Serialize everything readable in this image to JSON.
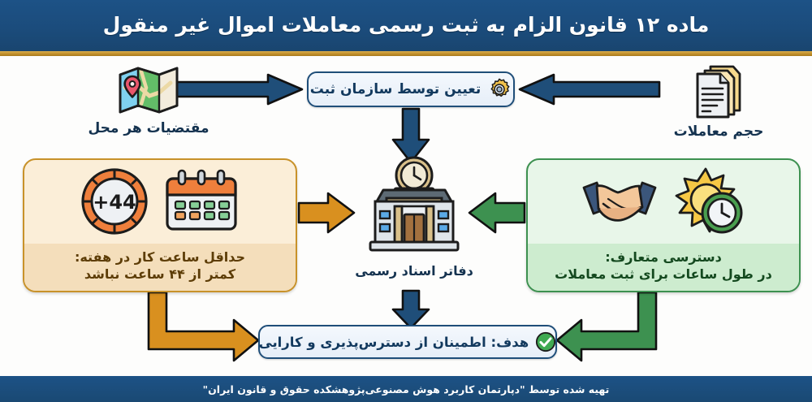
{
  "header": {
    "title": "ماده ۱۲ قانون الزام به ثبت رسمی معاملات اموال غیر منقول",
    "background_color": "#1b4c7c",
    "accent_rule_color": "#c18f2a"
  },
  "footer": {
    "text": "تهیه شده توسط \"دپارتمان کاربرد هوش مصنوعی‌پژوهشکده حقوق و قانون ایران\"",
    "background_color": "#1b4c7c"
  },
  "diagram": {
    "top_box": {
      "label": "تعیین توسط سازمان ثبت",
      "icon": "gear-icon",
      "border_color": "#1f4e79"
    },
    "input_left": {
      "label": "مقتضیات هر محل",
      "icon": "map-icon"
    },
    "input_right": {
      "label": "حجم معاملات",
      "icon": "documents-icon"
    },
    "center_node": {
      "label": "دفاتر اسناد رسمی",
      "icon": "registry-office-building-icon"
    },
    "panel_left": {
      "caption_line1": "حداقل ساعت کار در هفته:",
      "caption_line2": "کمتر از ۴۴ ساعت نباشد",
      "badge_value": "44+",
      "icons": [
        "calendar-icon",
        "clock-44-plus-icon"
      ],
      "accent_color": "#c8922a",
      "background_color": "#fbeed8"
    },
    "panel_right": {
      "caption_line1": "دسترسی متعارف:",
      "caption_line2": "در طول ساعات برای ثبت معاملات",
      "icons": [
        "sun-clock-icon",
        "handshake-icon"
      ],
      "accent_color": "#3d9150",
      "background_color": "#e8f6e9"
    },
    "goal_box": {
      "label": "هدف: اطمینان از دسترس‌پذیری و کارایی",
      "icon": "check-circle-icon",
      "border_color": "#1f4e79"
    },
    "arrow_colors": {
      "blue": "#1f4e79",
      "orange": "#d9901f",
      "green": "#3d9150"
    }
  }
}
